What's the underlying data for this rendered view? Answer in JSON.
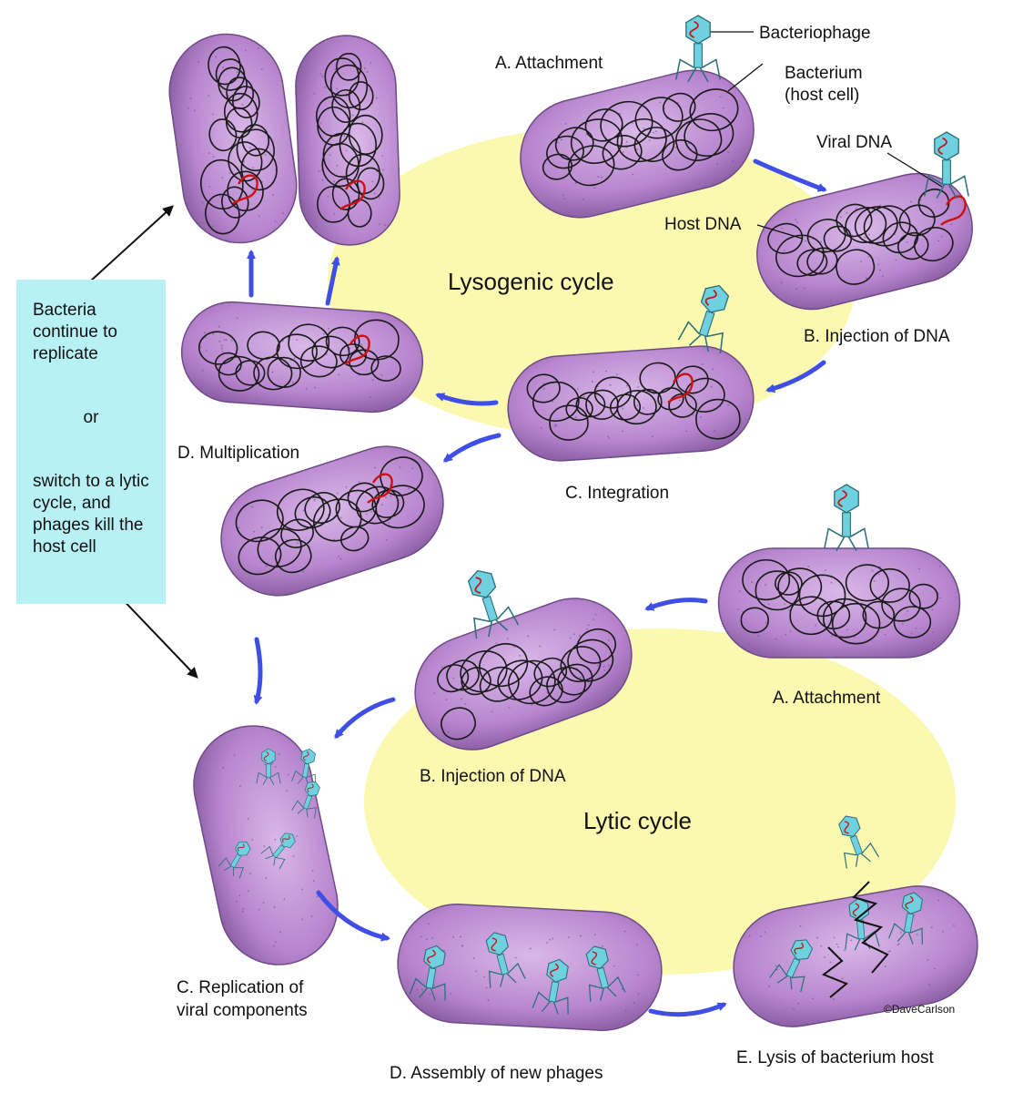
{
  "lysogenic": {
    "title": "Lysogenic cycle",
    "attachment": "A. Attachment",
    "bacteriophage": "Bacteriophage",
    "bacterium_line1": "Bacterium",
    "bacterium_line2": "(host cell)",
    "viral_dna": "Viral DNA",
    "host_dna": "Host DNA",
    "injection": "B. Injection of DNA",
    "integration": "C. Integration",
    "multiplication": "D. Multiplication"
  },
  "lytic": {
    "title": "Lytic cycle",
    "attachment": "A. Attachment",
    "injection": "B. Injection of DNA",
    "replication_line1": "C. Replication of",
    "replication_line2": "viral components",
    "assembly": "D. Assembly of new phages",
    "lysis": "E. Lysis of bacterium host"
  },
  "sidebox": {
    "text1": "Bacteria continue to replicate",
    "or": "or",
    "text2": "switch to a lytic cycle, and phages kill the host cell"
  },
  "credit": "©DaveCarlson",
  "colors": {
    "cell": "#b886cf",
    "cell_edge": "#6f4b86",
    "cycle_bg": "#fbf8b0",
    "arrow": "#3f4fe6",
    "phage": "#6fd0e0",
    "viral_dna": "#cc1111",
    "box": "#b8f1f5"
  }
}
